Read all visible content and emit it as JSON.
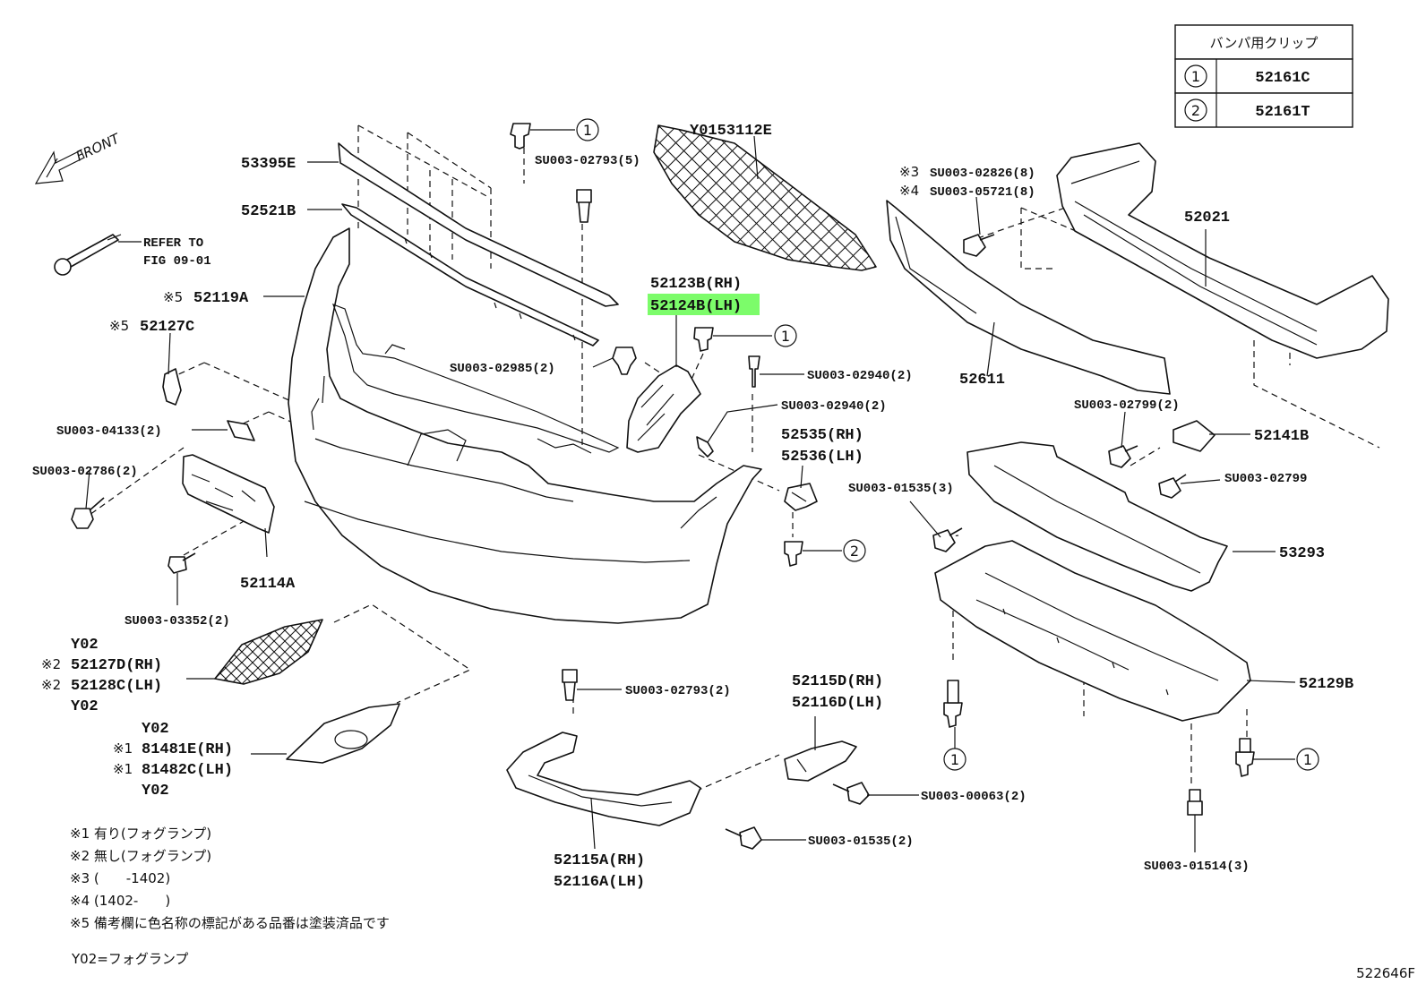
{
  "table": {
    "header": "バンパ用クリップ",
    "rows": [
      {
        "mark": "1",
        "part": "52161C"
      },
      {
        "mark": "2",
        "part": "52161T"
      }
    ]
  },
  "front_label": "FRONT",
  "parts": {
    "p53395E": "53395E",
    "p52521B": "52521B",
    "refer_1": "REFER TO",
    "refer_2": "FIG 09-01",
    "p52119A_note": "※5",
    "p52119A": "52119A",
    "p52127C_note": "※5",
    "p52127C": "52127C",
    "su04133": "SU003-04133(2)",
    "su02786": "SU003-02786(2)",
    "p52114A": "52114A",
    "su03352": "SU003-03352(2)",
    "su02793_5": "SU003-02793(5)",
    "y0153112e": "Y0153112E",
    "p52123B": "52123B(RH)",
    "p52124B": "52124B(LH)",
    "su02985": "SU003-02985(2)",
    "su02940_a": "SU003-02940(2)",
    "su02940_b": "SU003-02940(2)",
    "p52535": "52535(RH)",
    "p52536": "52536(LH)",
    "note3": "※3",
    "su02826": "SU003-02826(8)",
    "note4": "※4",
    "su05721": "SU003-05721(8)",
    "p52021": "52021",
    "p52611": "52611",
    "su02799_2": "SU003-02799(2)",
    "p52141B": "52141B",
    "su02799": "SU003-02799",
    "su01535_3": "SU003-01535(3)",
    "p53293": "53293",
    "p52129B": "52129B",
    "y02_a": "Y02",
    "note2_a": "※2",
    "p52127D": "52127D(RH)",
    "note2_b": "※2",
    "p52128C": "52128C(LH)",
    "y02_b": "Y02",
    "y02_c": "Y02",
    "note1_a": "※1",
    "p81481E": "81481E(RH)",
    "note1_b": "※1",
    "p81482C": "81482C(LH)",
    "y02_d": "Y02",
    "su02793_2": "SU003-02793(2)",
    "p52115D": "52115D(RH)",
    "p52116D": "52116D(LH)",
    "su00063": "SU003-00063(2)",
    "su01535_2": "SU003-01535(2)",
    "p52115A": "52115A(RH)",
    "p52116A": "52116A(LH)",
    "su01514": "SU003-01514(3)"
  },
  "callouts": {
    "c1_top": "1",
    "c1_mid": "1",
    "c2_mid": "2",
    "c1_lower_left": "1",
    "c1_lower_right": "1"
  },
  "notes": [
    "※1 有り(フォグランプ)",
    "※2 無し(フォグランプ)",
    "※3 (　　-1402)",
    "※4 (1402-　　)",
    "※5 備考欄に色名称の標記がある品番は塗装済品です"
  ],
  "legend_y02": "Y02=フォグランプ",
  "figure_id": "522646F",
  "highlight_color": "#7CFC6A"
}
